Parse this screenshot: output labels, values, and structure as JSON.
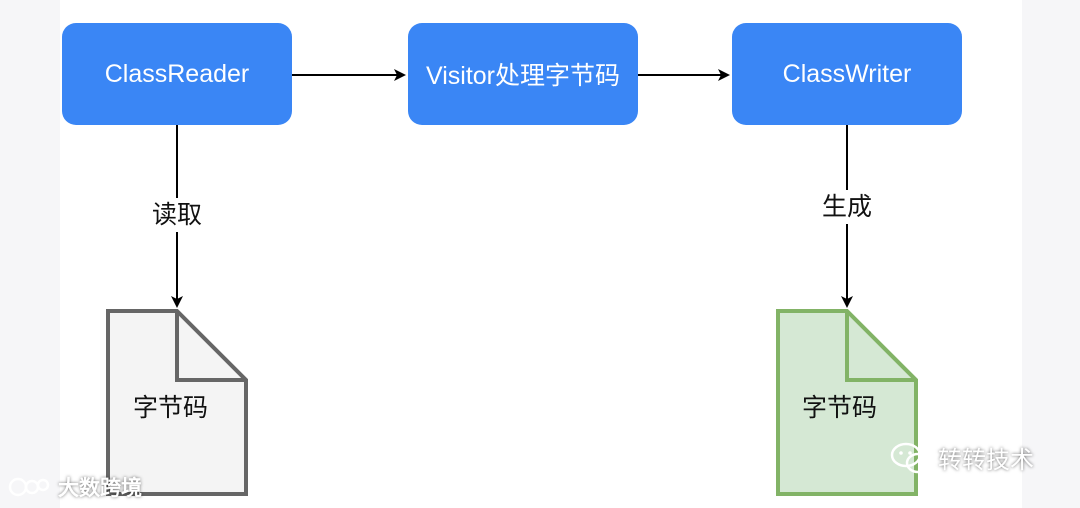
{
  "nodes": {
    "reader": "ClassReader",
    "visitor": "Visitor处理字节码",
    "writer": "ClassWriter"
  },
  "edges": {
    "read_label": "读取",
    "generate_label": "生成"
  },
  "documents": {
    "left": "字节码",
    "right": "字节码"
  },
  "watermarks": {
    "left": "大数跨境",
    "right": "转转技术"
  },
  "colors": {
    "box_fill": "#3a86f5",
    "doc_left_fill": "#f4f4f4",
    "doc_left_stroke": "#666666",
    "doc_right_fill": "#d5e8d4",
    "doc_right_stroke": "#82b366"
  }
}
